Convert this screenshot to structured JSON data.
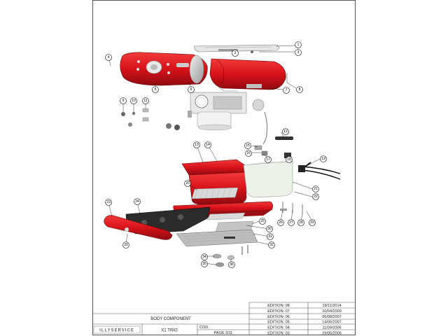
{
  "sheet": {
    "title": "BODY COMPONENT",
    "brand": "ILLYSERVICE",
    "model": "X1 TRIO",
    "cod_label": "COD.",
    "page": "PAGE 3/11"
  },
  "editions": [
    {
      "label": "EDITION: 08",
      "date": "19/11/2014"
    },
    {
      "label": "EDITION: 07",
      "date": "10/04/2009"
    },
    {
      "label": "EDITION: 06",
      "date": "06/08/2007"
    },
    {
      "label": "EDITION: 05",
      "date": "14/06/2007"
    },
    {
      "label": "EDITION: 04",
      "date": "11/09/2006"
    },
    {
      "label": "EDITION: 03",
      "date": "29/05/2006"
    }
  ],
  "callouts": [
    "1",
    "2",
    "3",
    "4",
    "5",
    "6",
    "7",
    "8",
    "9",
    "10",
    "11",
    "12",
    "13",
    "14",
    "15",
    "16",
    "17",
    "18",
    "19",
    "20",
    "21",
    "22",
    "23",
    "24",
    "25",
    "26",
    "27",
    "28",
    "29",
    "30",
    "31",
    "32",
    "33",
    "34",
    "35",
    "36"
  ],
  "colors": {
    "body_red": "#d8121a",
    "dark_red": "#8e0a0f",
    "frame": "#555555"
  }
}
